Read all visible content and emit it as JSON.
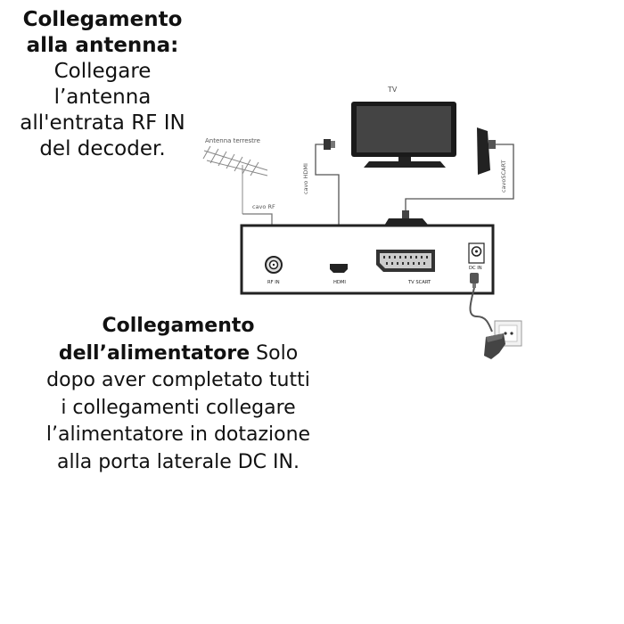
{
  "antenna_section": {
    "heading": "Collegamento alla antenna:",
    "body": "Collegare l’antenna all'entrata RF IN del decoder."
  },
  "power_section": {
    "heading": "Collegamento dell’alimentatore",
    "body": "Solo dopo aver completato tutti i collegamenti collegare l’alimentatore in dotazione alla porta laterale DC IN."
  },
  "diagram": {
    "tv_label": "TV",
    "antenna_label": "Antenna terrestre",
    "rf_cable_label": "cavo RF",
    "hdmi_cable_label": "cavo HDMI",
    "scart_cable_label": "cavoSCART",
    "ports": {
      "rf_in": "RF IN",
      "hdmi": "HDMI",
      "tv_scart": "TV SCART",
      "dc_in": "DC IN"
    }
  }
}
